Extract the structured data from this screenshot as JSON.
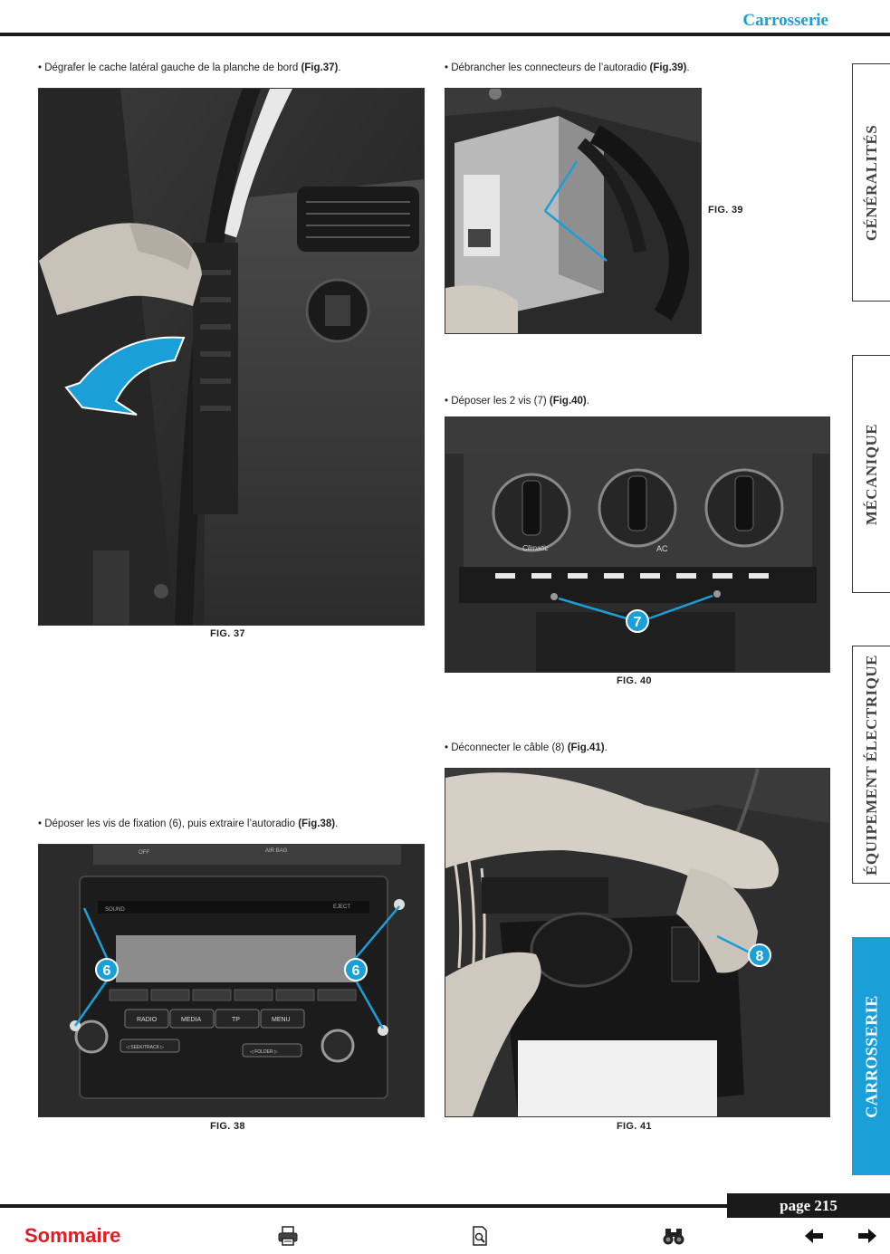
{
  "header": {
    "section": "Carrosserie"
  },
  "steps": {
    "fig37": {
      "text": "• Dégrafer le cache latéral gauche de la planche de bord ",
      "ref": "(Fig.37)",
      "end": ".",
      "caption": "FIG. 37"
    },
    "fig38": {
      "text": "• Déposer les vis de fixation (6), puis extraire l’autoradio ",
      "ref": "(Fig.38)",
      "end": ".",
      "caption": "FIG. 38",
      "callout": "6"
    },
    "fig39": {
      "text": "• Débrancher les connecteurs de l’autoradio ",
      "ref": "(Fig.39)",
      "end": ".",
      "caption": "FIG. 39"
    },
    "fig40": {
      "text": "• Déposer les 2 vis (7) ",
      "ref": "(Fig.40)",
      "end": ".",
      "caption": "FIG. 40",
      "callout": "7"
    },
    "fig41": {
      "text": "• Déconnecter le câble (8) ",
      "ref": "(Fig.41)",
      "end": ".",
      "caption": "FIG. 41",
      "callout": "8"
    }
  },
  "radio": {
    "sound": "SOUND",
    "eject": "EJECT",
    "radio": "RADIO",
    "media": "MEDIA",
    "tp": "TP",
    "menu": "MENU",
    "seek": "◁ SEEK/TRACK ▷",
    "folder": "◁  FOLDER  ▷",
    "off": "OFF",
    "airbag": "AIR BAG"
  },
  "climate": {
    "label": "Climatic",
    "ac": "AC"
  },
  "tabs": [
    "GÉNÉRALITÉS",
    "MÉCANIQUE",
    "ÉQUIPEMENT ÉLECTRIQUE",
    "CARROSSERIE"
  ],
  "footer": {
    "page": "page 215",
    "sommaire": "Sommaire"
  },
  "icons": [
    "printer-icon",
    "document-search-icon",
    "binoculars-icon",
    "arrow-left-icon",
    "arrow-right-icon"
  ],
  "colors": {
    "accent": "#1a9fd8",
    "sommaire": "#e31b23",
    "rule": "#1a1a1a"
  }
}
